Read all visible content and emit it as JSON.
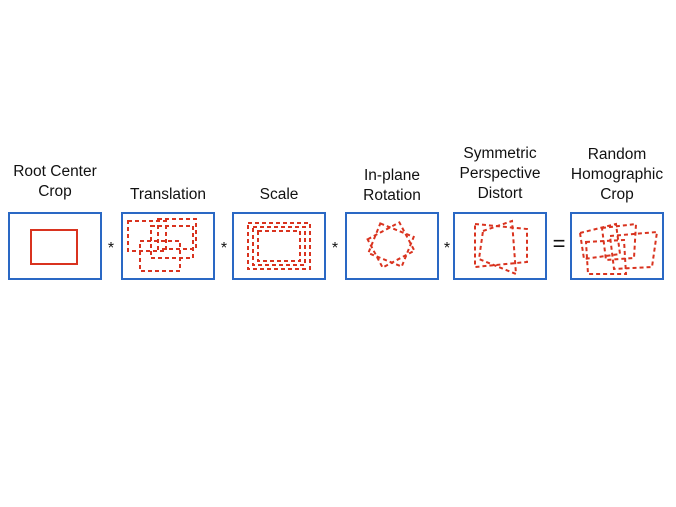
{
  "stages": [
    {
      "id": "root-center-crop",
      "label_lines": [
        "Root Center",
        "Crop"
      ]
    },
    {
      "id": "translation",
      "label_lines": [
        "Translation"
      ]
    },
    {
      "id": "scale",
      "label_lines": [
        "Scale"
      ]
    },
    {
      "id": "in-plane-rotation",
      "label_lines": [
        "In-plane",
        "Rotation"
      ]
    },
    {
      "id": "symmetric-perspective-distort",
      "label_lines": [
        "Symmetric",
        "Perspective",
        "Distort"
      ]
    },
    {
      "id": "random-homographic-crop",
      "label_lines": [
        "Random",
        "Homographic",
        "Crop"
      ]
    }
  ],
  "operators": [
    "*",
    "*",
    "*",
    "*",
    "="
  ],
  "colors": {
    "frame": "#2a68c4",
    "crop": "#d9331f",
    "text": "#111111"
  }
}
